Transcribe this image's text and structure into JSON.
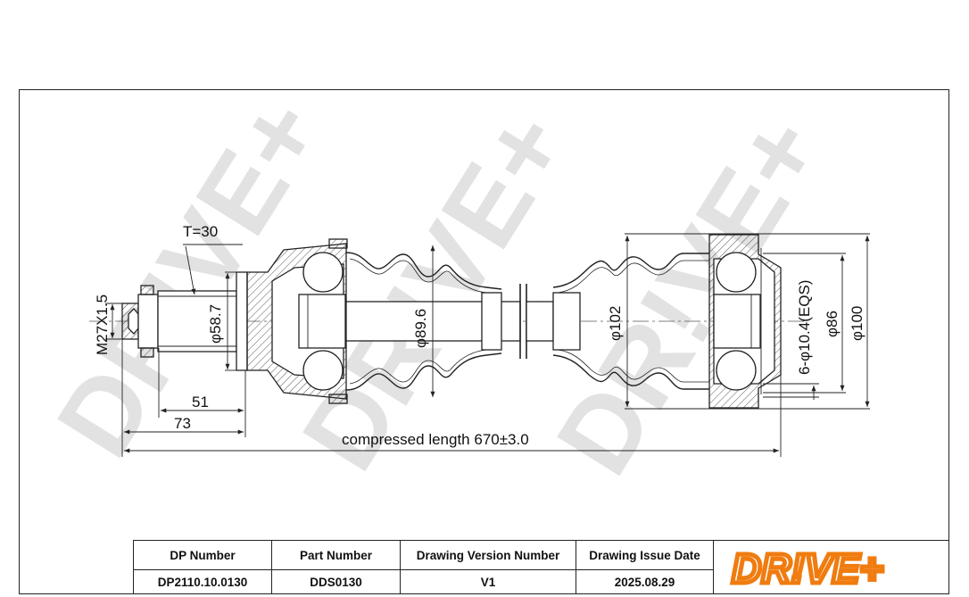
{
  "drawing": {
    "labels": {
      "thread": "M27X1.5",
      "teeth": "T=30",
      "dia_58_7": "φ58.7",
      "dia_89_6": "φ89.6",
      "dia_102": "φ102",
      "bolt_holes": "6-φ10.4(EQS)",
      "dia_86": "φ86",
      "dia_100": "φ100",
      "len_51": "51",
      "len_73": "73",
      "compressed_length": "compressed length 670±3.0"
    },
    "watermark": "DR!VE+"
  },
  "title_block": {
    "headers": [
      "DP Number",
      "Part Number",
      "Drawing Version Number",
      "Drawing Issue Date"
    ],
    "values": [
      "DP2110.10.0130",
      "DDS0130",
      "V1",
      "2025.08.29"
    ],
    "logo_text": "DR!VE+",
    "logo_color": "#f07c10"
  }
}
